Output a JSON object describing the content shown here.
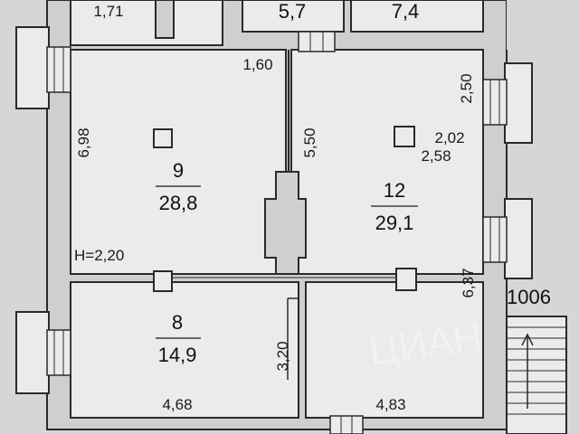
{
  "colors": {
    "background": "#d6d6d6",
    "wall": "#cfcfcf",
    "room_fill": "#ebebeb",
    "line": "#2a2a2a",
    "text": "#1a1a1a"
  },
  "rooms": [
    {
      "number": "9",
      "area": "28,8"
    },
    {
      "number": "12",
      "area": "29,1"
    },
    {
      "number": "8",
      "area": "14,9"
    },
    {
      "number": "",
      "area": "5,7"
    },
    {
      "number": "",
      "area": "7,4"
    }
  ],
  "dimensions": {
    "top_left": "1,71",
    "corridor": "1,60",
    "left_height": "6,98",
    "partition_length": "5,50",
    "right_upper": "2,50",
    "vent_width_a": "2,02",
    "vent_width_b": "2,58",
    "right_lower": "6,37",
    "door_height": "3,20",
    "bottom_left": "4,68",
    "bottom_right": "4,83"
  },
  "ceiling_height": "H=2,20",
  "apartment_number": "1006",
  "watermark": "ЦИАН"
}
